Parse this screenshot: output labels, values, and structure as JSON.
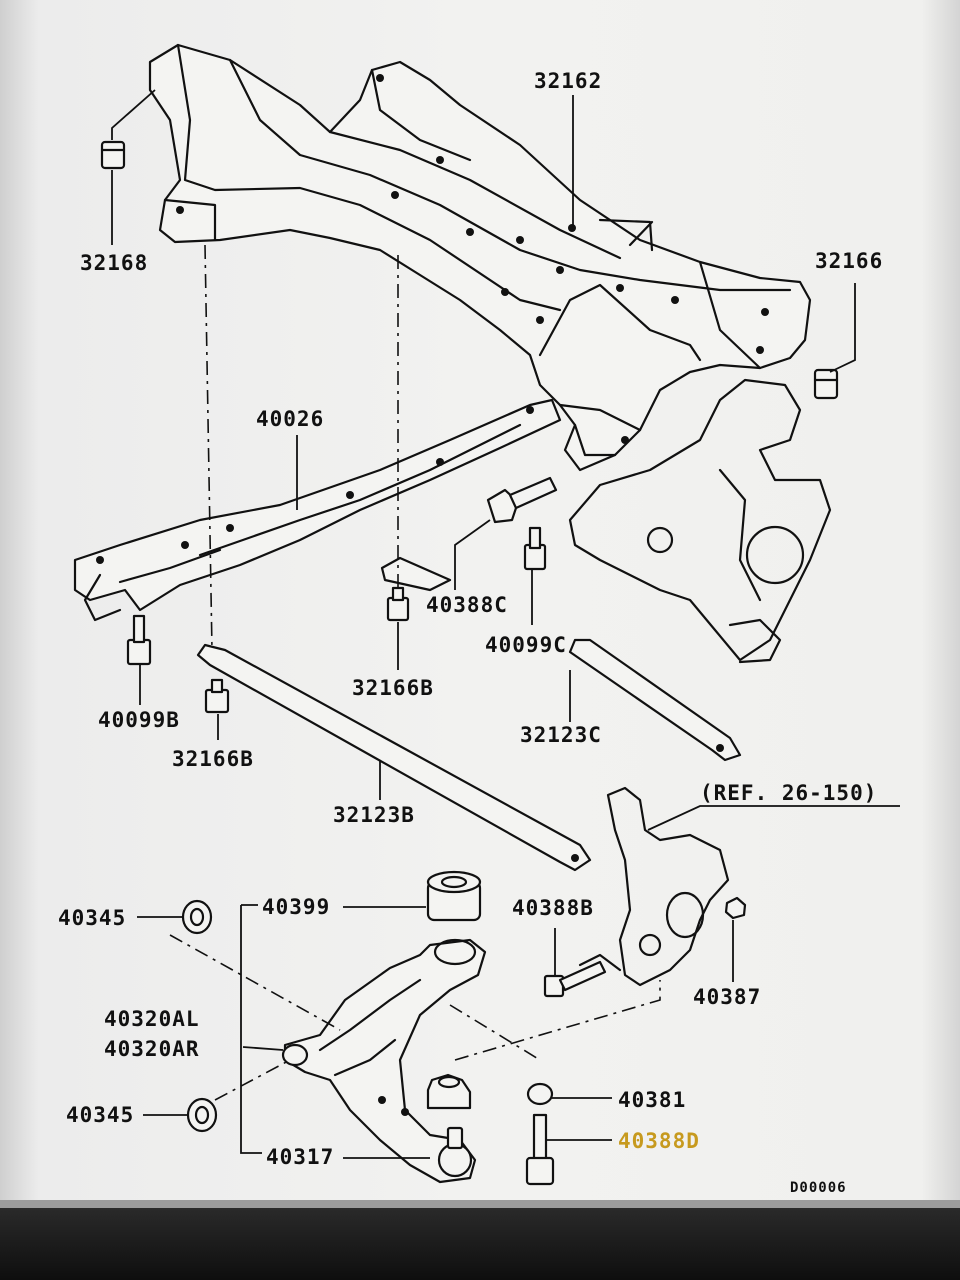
{
  "labels": {
    "p32162": "32162",
    "p32168": "32168",
    "p32166": "32166",
    "p40026": "40026",
    "p40388C": "40388C",
    "p40099C": "40099C",
    "p32166B_mid": "32166B",
    "p40099B": "40099B",
    "p32166B_left": "32166B",
    "p32123C": "32123C",
    "p32123B": "32123B",
    "ref": "(REF. 26-150)",
    "p40345_top": "40345",
    "p40399": "40399",
    "p40388B": "40388B",
    "p40320AL": "40320AL",
    "p40320AR": "40320AR",
    "p40387": "40387",
    "p40345_bottom": "40345",
    "p40381": "40381",
    "p40388D": "40388D",
    "p40317": "40317",
    "code": "D00006"
  },
  "colors": {
    "ink": "#111111",
    "paper": "#f2f2f0",
    "highlight": "#c79a1e"
  }
}
